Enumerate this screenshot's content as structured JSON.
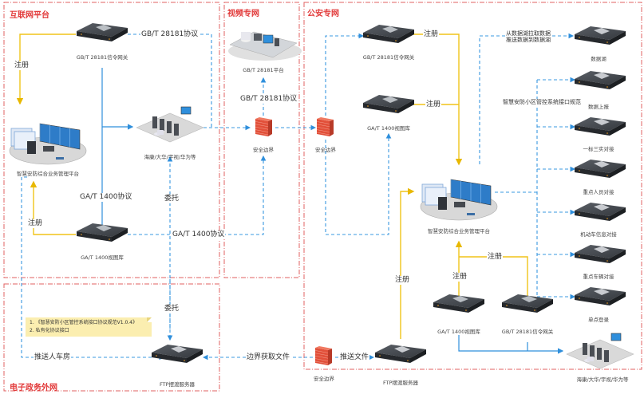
{
  "zones": {
    "internet": "互联网平台",
    "video_net": "视频专网",
    "police_net": "公安专网",
    "egov_net": "电子政务外网"
  },
  "colors": {
    "zone_border": "#e06060",
    "zone_label": "#e23a3a",
    "register_line": "#f0c419",
    "solid_flow": "#2f8fdc",
    "dashed_flow": "#3a98e0",
    "firewall": "#e2503a",
    "note_bg": "#fbeeb0"
  },
  "nodes": {
    "inet_gb28181_gateway": "GB/T 28181信令网关",
    "inet_platform": "智慧安防综合业务管理平台",
    "inet_vendors": "海康/大华/宇视/华为等",
    "inet_ga1400_lib": "GA/T 1400视图库",
    "video_gb28181_platform": "GB/T 28181平台",
    "video_firewall": "安全边界",
    "police_firewall_top": "安全边界",
    "police_gb28181_gateway": "GB/T 28181信令网关",
    "police_ga1400_lib": "GA/T 1400视图库",
    "police_platform": "智慧安防综合业务管理平台",
    "police_ga1400_lib_bottom": "GA/T 1400视图库",
    "police_gb28181_gateway_bottom": "GB/T 28181信令网关",
    "police_vendors": "海康/大华/宇视/华为等",
    "police_ftp": "FTP摆渡服务器",
    "police_firewall_bottom": "安全边界",
    "egov_ftp": "FTP摆渡服务器",
    "data_lake": "数据湖",
    "data_report": "数据上报",
    "one_std_three_real": "一标三实对接",
    "key_persons": "重点人员对接",
    "vehicle_info": "机动车信息对接",
    "key_vehicles": "重点车辆对接",
    "sso": "单点登录"
  },
  "edges": {
    "register": "注册",
    "gb28181_protocol": "GB/T 28181协议",
    "ga1400_protocol": "GA/T 1400协议",
    "entrust": "委托",
    "push_garage": "推送人车房",
    "border_get_file": "边界获取文件",
    "push_file": "推送文件",
    "data_lake_line1": "从数据湖拉取数据",
    "data_lake_line2": "推送数据到数据湖",
    "interface_spec": "智慧安防小区管控系统接口规范"
  },
  "note": {
    "items": [
      "1. 《智慧安防小区管控系统接口协议规范V1.0.4》",
      "2. 私有化协议接口"
    ]
  }
}
